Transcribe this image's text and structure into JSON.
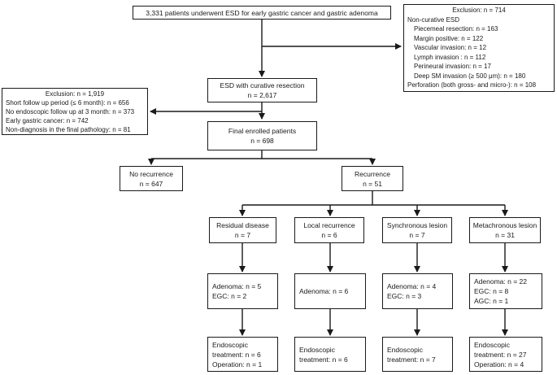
{
  "colors": {
    "line": "#1a1a1a",
    "background": "#ffffff",
    "text": "#1a1a1a"
  },
  "boxes": {
    "patients": {
      "lines": [
        "3,331 patients underwent ESD for early gastric cancer and gastric adenoma"
      ]
    },
    "exclusion_noncurative": {
      "lines": [
        "Exclusion: n = 714",
        "Non-curative ESD",
        "Piecemeal resection: n = 163",
        "Margin positive: n = 122",
        "Vascular invasion: n = 12",
        "Lymph invasion : n = 112",
        "Perineural invasion: n = 17",
        "Deep SM invasion (≥ 500 μm): n = 180",
        "Perforation (both gross- and micro-): n = 108"
      ]
    },
    "exclusion_followup": {
      "lines": [
        "Exclusion: n = 1,919",
        "Short follow up period (≤ 6 month): n = 656",
        "No endoscopic follow up at 3 month: n = 373",
        "Early gastric cancer: n = 742",
        "Non-diagnosis in the final pathology: n = 81"
      ]
    },
    "curative": {
      "lines": [
        "ESD with curative resection",
        "n = 2,617"
      ]
    },
    "final_enrolled": {
      "lines": [
        "Final enrolled patients",
        "n = 698"
      ]
    },
    "no_recurrence": {
      "lines": [
        "No recurrence",
        "n = 647"
      ]
    },
    "recurrence": {
      "lines": [
        "Recurrence",
        "n = 51"
      ]
    },
    "residual": {
      "lines": [
        "Residual disease",
        "n = 7"
      ]
    },
    "local": {
      "lines": [
        "Local recurrence",
        "n = 6"
      ]
    },
    "synchronous": {
      "lines": [
        "Synchronous lesion",
        "n = 7"
      ]
    },
    "metachronous": {
      "lines": [
        "Metachronous lesion",
        "n = 31"
      ]
    },
    "residual_pathology": {
      "lines": [
        "Adenoma: n = 5",
        "EGC: n = 2"
      ]
    },
    "local_pathology": {
      "lines": [
        "Adenoma: n = 6"
      ]
    },
    "synchronous_pathology": {
      "lines": [
        "Adenoma: n = 4",
        "EGC: n = 3"
      ]
    },
    "metachronous_pathology": {
      "lines": [
        "Adenoma: n = 22",
        "EGC: n = 8",
        "AGC: n = 1"
      ]
    },
    "residual_treatment": {
      "lines": [
        "Endoscopic",
        "treatment: n = 6",
        "Operation: n = 1"
      ]
    },
    "local_treatment": {
      "lines": [
        "Endoscopic",
        "treatment: n = 6"
      ]
    },
    "synchronous_treatment": {
      "lines": [
        "Endoscopic",
        "treatment: n = 7"
      ]
    },
    "metachronous_treatment": {
      "lines": [
        "Endoscopic",
        "treatment: n = 27",
        "Operation: n = 4"
      ]
    }
  }
}
